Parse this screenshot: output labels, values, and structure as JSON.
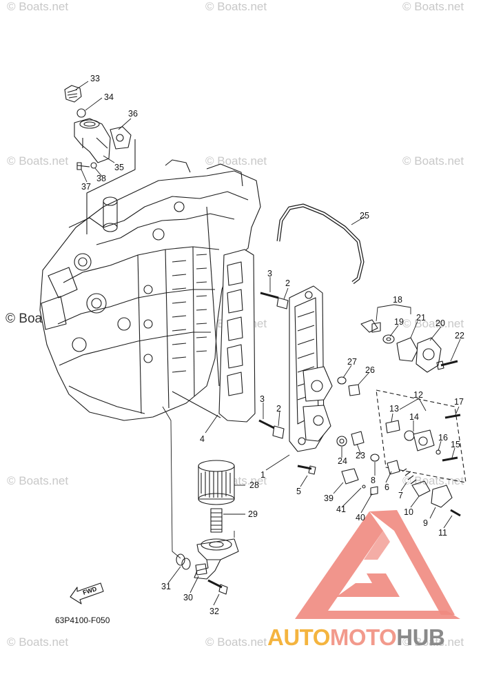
{
  "watermark": {
    "text": "© Boats.net"
  },
  "diagram": {
    "code": "63P4100-F050",
    "fwd_label": "FWD",
    "part_numbers": [
      "33",
      "34",
      "36",
      "35",
      "37",
      "38",
      "25",
      "3",
      "2",
      "18",
      "19",
      "21",
      "20",
      "22",
      "27",
      "26",
      "12",
      "3",
      "2",
      "13",
      "14",
      "17",
      "16",
      "15",
      "4",
      "24",
      "23",
      "1",
      "5",
      "28",
      "39",
      "41",
      "8",
      "6",
      "7",
      "40",
      "10",
      "9",
      "11",
      "29",
      "31",
      "30",
      "32"
    ]
  },
  "brand": {
    "part1": "AUTO",
    "part2": "MOTO",
    "part3": "HUB",
    "colors": {
      "auto": "#f4b43f",
      "moto": "#f29a8c",
      "hub": "#8a8a8a",
      "logo": "#f08a80"
    }
  }
}
